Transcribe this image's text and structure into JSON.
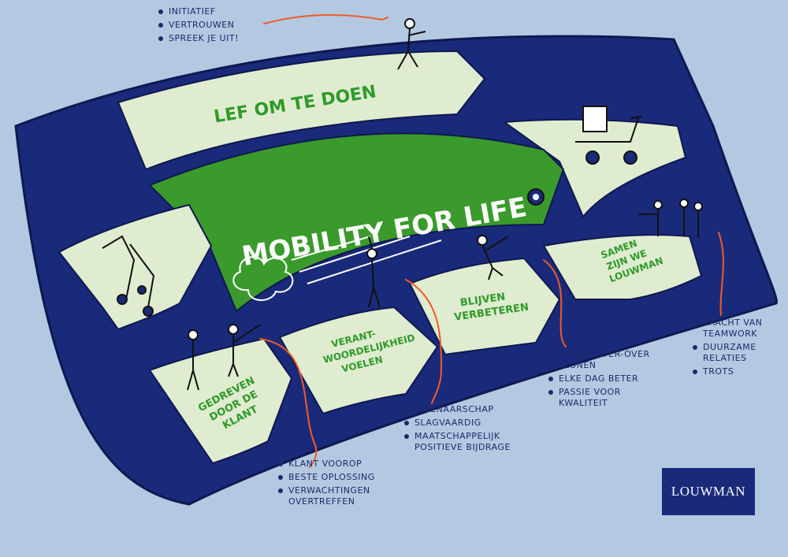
{
  "values": {
    "title": "LEF OM TE DOEN",
    "items": [
      "INITIATIEF",
      "VERTROUWEN",
      "SPREEK JE UIT!"
    ]
  },
  "mission": "MOBILITY FOR LIFE",
  "stairs": [
    {
      "label_lines": [
        "GEDREVEN",
        "DOOR DE",
        "KLANT"
      ],
      "items": [
        "KLANT VOOROP",
        "BESTE OPLOSSING",
        "VERWACHTINGEN OVERTREFFEN"
      ]
    },
    {
      "label_lines": [
        "VERANT-",
        "WOORDELIJKHEID",
        "VOELEN"
      ],
      "items": [
        "EIGENAARSCHAP",
        "SLAGVAARDIG",
        "MAATSCHAPPELIJK POSITIEVE BIJDRAGE"
      ]
    },
    {
      "label_lines": [
        "BLIJVEN",
        "VERBETEREN"
      ],
      "items": [
        "NIET ACHTER-OVER LEUNEN",
        "ELKE DAG BETER",
        "PASSIE VOOR KWALITEIT"
      ]
    },
    {
      "label_lines": [
        "SAMEN",
        "ZIJN WE",
        "LOUWMAN"
      ],
      "items": [
        "KRACHT VAN TEAMWORK",
        "DUURZAME RELATIES",
        "TROTS"
      ]
    }
  ],
  "brand": "LOUWMAN",
  "colors": {
    "background": "#b3c9e1",
    "navy": "#1a2a7a",
    "pale_green": "#dfeccf",
    "green": "#3a9a2c",
    "text_green": "#2e9a2a",
    "accent_orange": "#f05a28"
  },
  "icons": [
    "rollator-icon",
    "mobility-scooter-icon",
    "wheelchair-wheel-icon",
    "cloud-icon",
    "person-icon"
  ]
}
